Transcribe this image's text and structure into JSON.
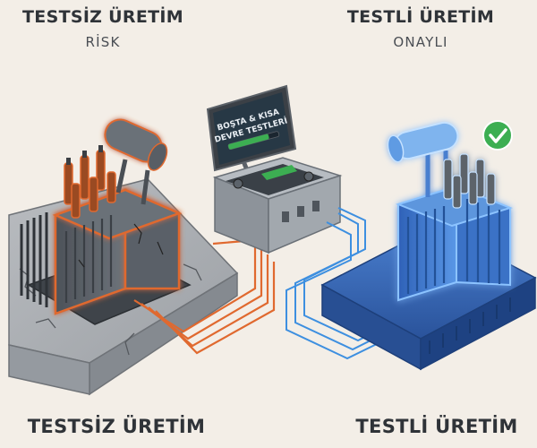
{
  "left": {
    "title": "TESTSİZ ÜRETİM",
    "subtitle": "RİSK",
    "footer": "TESTSİZ ÜRETİM"
  },
  "right": {
    "title": "TESTLİ ÜRETİM",
    "subtitle": "ONAYLI",
    "footer": "TESTLİ ÜRETİM"
  },
  "monitor": {
    "line1": "BOŞTA & KISA",
    "line2": "DEVRE TESTLERİ",
    "progress": 0.8
  },
  "colors": {
    "risk": "#e0692f",
    "approved": "#3d8fe0",
    "check": "#3cae52",
    "background": "#f3eee7"
  },
  "icons": {
    "approved": "check-circle-icon"
  }
}
